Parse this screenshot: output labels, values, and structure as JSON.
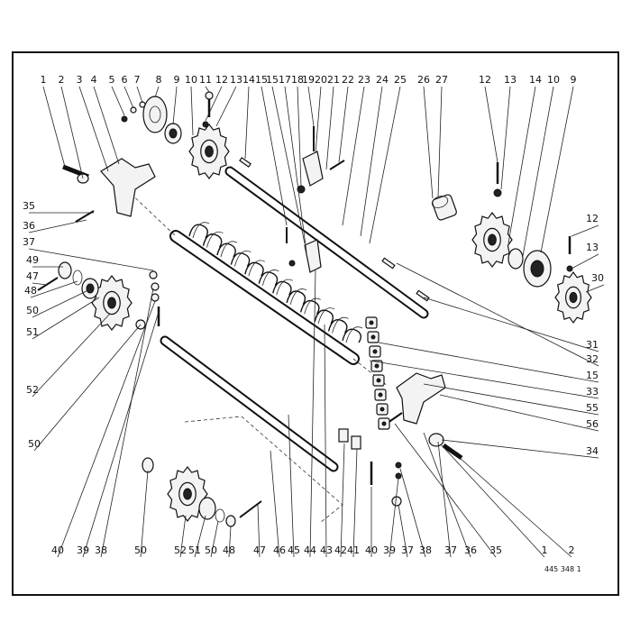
{
  "diagram": {
    "reference_code": "445 348 1",
    "background": "#ffffff",
    "line_color": "#111111",
    "top_labels": [
      "1",
      "2",
      "3",
      "4",
      "5",
      "6",
      "7",
      "8",
      "9",
      "10",
      "11",
      "12",
      "13",
      "14",
      "15",
      "15",
      "17",
      "18",
      "19",
      "20",
      "21",
      "22",
      "23",
      "24",
      "25",
      "26",
      "27"
    ],
    "top_right_labels": [
      "12",
      "13",
      "14",
      "10",
      "9"
    ],
    "right_labels": [
      "12",
      "13",
      "30",
      "31",
      "32",
      "15",
      "33",
      "55",
      "56",
      "34"
    ],
    "left_labels": [
      "35",
      "36",
      "37",
      "49",
      "47",
      "48",
      "50",
      "51",
      "52",
      "50"
    ],
    "bottom_labels": [
      "40",
      "39",
      "38",
      "50",
      "52",
      "51",
      "50",
      "48",
      "47",
      "46",
      "45",
      "44",
      "43",
      "42",
      "41",
      "40",
      "39",
      "37",
      "38",
      "37",
      "36",
      "35",
      "1",
      "2"
    ]
  }
}
